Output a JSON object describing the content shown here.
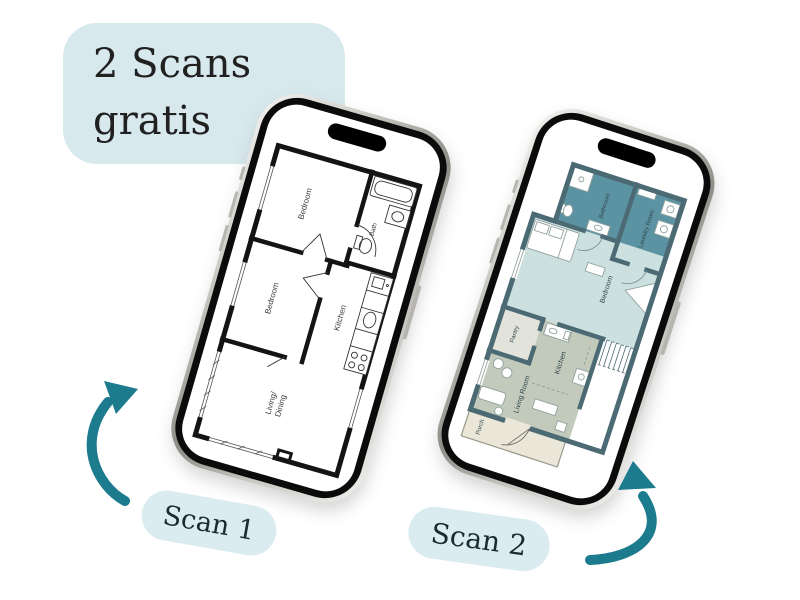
{
  "page": {
    "bg_color": "#ffffff"
  },
  "promo_badge": {
    "line1": "2 Scans",
    "line2": "gratis",
    "bg_color": "#d8e9ee",
    "text_color": "#212121"
  },
  "scan_badges": {
    "scan1": {
      "label": "Scan 1"
    },
    "scan2": {
      "label": "Scan 2"
    },
    "bg_color": "#dbecf1",
    "text_color": "#1c2a2d"
  },
  "arrows": {
    "color": "#1d7b8e"
  },
  "phone1": {
    "device": "smartphone mockup",
    "floorplan": {
      "style": "monochrome line drawing",
      "line_color": "#141414",
      "rooms": {
        "bedroom_top": "Bedroom",
        "bath": "Bath",
        "bedroom_mid": "Bedroom",
        "kitchen": "Kitchen",
        "living_line1": "Living/",
        "living_line2": "Dining"
      }
    }
  },
  "phone2": {
    "device": "smartphone mockup",
    "floorplan": {
      "style": "colored plan",
      "wall_color": "#4b6a74",
      "rooms": {
        "bathroom": {
          "label": "Bathroom",
          "fill": "#5b93a3"
        },
        "laundry": {
          "label": "Laundry Room",
          "fill": "#5b93a3"
        },
        "bedroom": {
          "label": "Bedroom",
          "fill": "#cce0df"
        },
        "pantry": {
          "label": "Pantry",
          "fill": "#e2e3da"
        },
        "kitchen": {
          "label": "Kitchen",
          "fill": "#c2cabb"
        },
        "living": {
          "label": "Living Room",
          "fill": "#c2cabb"
        },
        "porch": {
          "label": "Porch",
          "fill": "#eae6d8"
        }
      }
    }
  }
}
